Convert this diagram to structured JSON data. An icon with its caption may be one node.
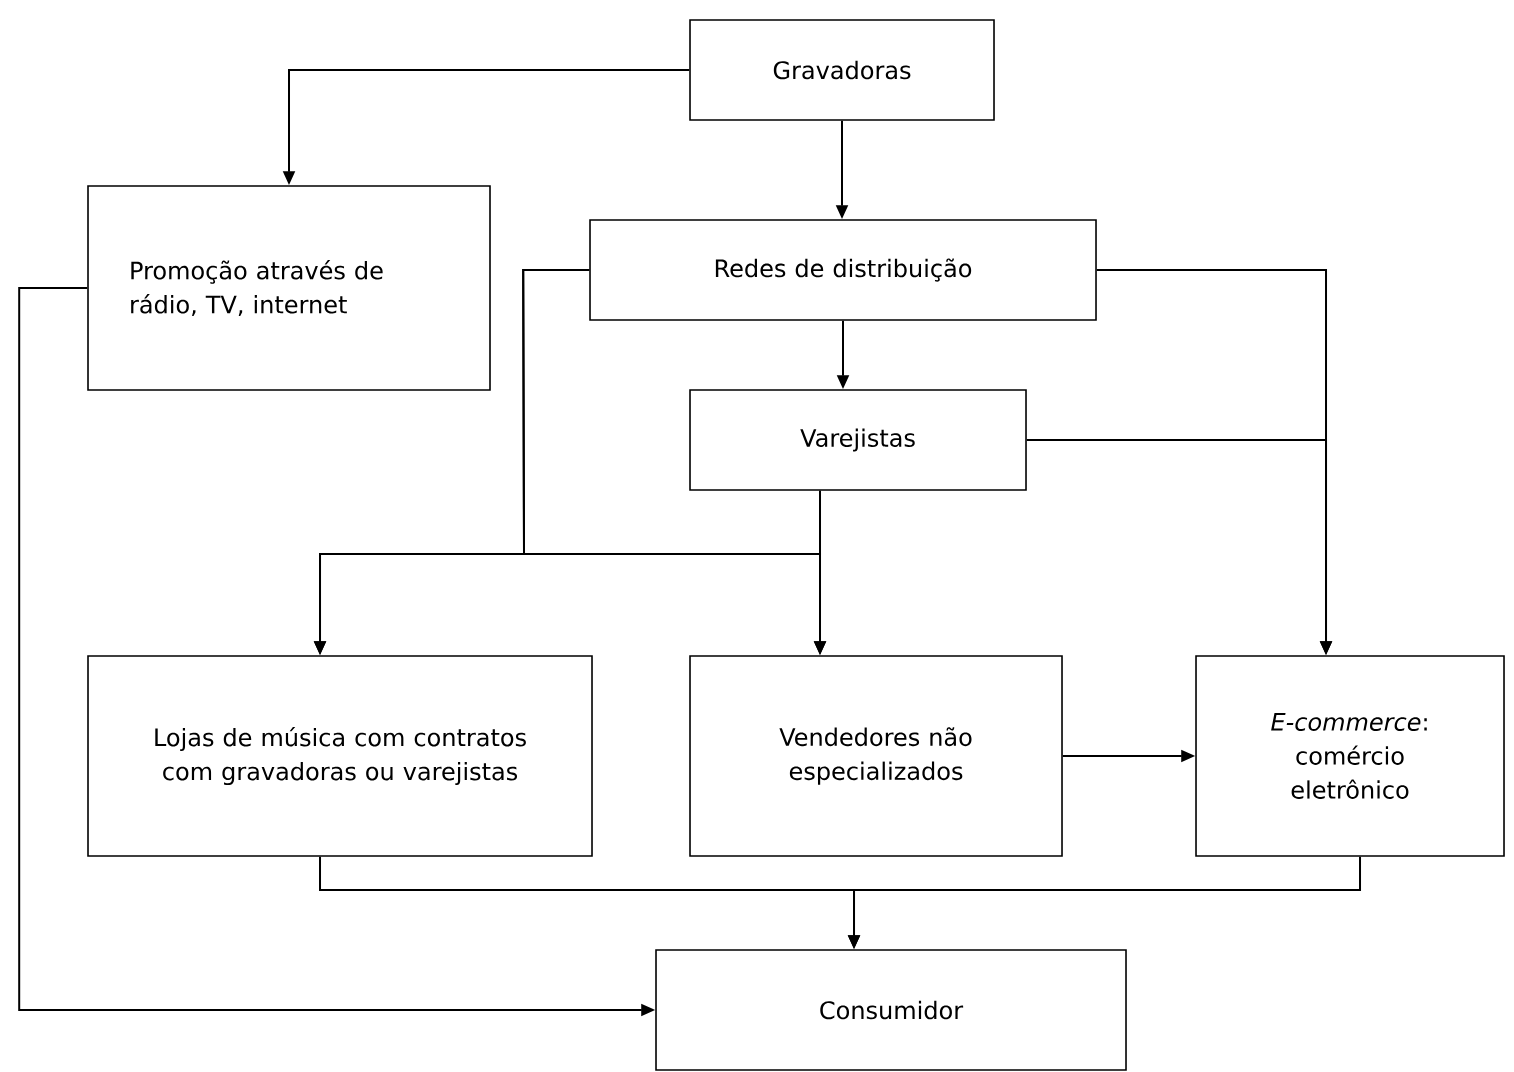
{
  "diagram": {
    "nodes": [
      {
        "text": [
          "Gravadoras"
        ]
      },
      {
        "text": [
          "Promoção através de rádio, TV, internet"
        ]
      },
      {
        "text": [
          "Redes de distribuição"
        ]
      },
      {
        "text": [
          "Varejistas"
        ]
      },
      {
        "text": [
          "Lojas de música com contratos com gravadoras ou varejistas"
        ]
      },
      {
        "text": [
          "Vendedores não especializados"
        ]
      },
      {
        "text": [
          "*E-commerce*: comércio eletrônico"
        ]
      },
      {
        "text": [
          "Consumidor"
        ]
      }
    ],
    "edges": [
      {
        "from": 0,
        "to": 1,
        "arrow": "to"
      },
      {
        "from": 0,
        "to": 2,
        "arrow": "to"
      },
      {
        "from": 1,
        "to": 7,
        "arrow": "to"
      },
      {
        "from": 2,
        "to": 3,
        "arrow": "to"
      },
      {
        "from": 2,
        "to": 4,
        "arrow": "to"
      },
      {
        "from": 2,
        "to": 5,
        "arrow": "to"
      },
      {
        "from": 2,
        "to": 6,
        "arrow": "to"
      },
      {
        "from": 3,
        "to": 4,
        "arrow": "to"
      },
      {
        "from": 3,
        "to": 5,
        "arrow": "to"
      },
      {
        "from": 3,
        "to": 6,
        "arrow": "to"
      },
      {
        "from": 5,
        "to": 6,
        "arrow": "to"
      },
      {
        "from": 4,
        "to": 7,
        "arrow": "to"
      },
      {
        "from": 6,
        "to": 7,
        "arrow": "to"
      }
    ]
  }
}
